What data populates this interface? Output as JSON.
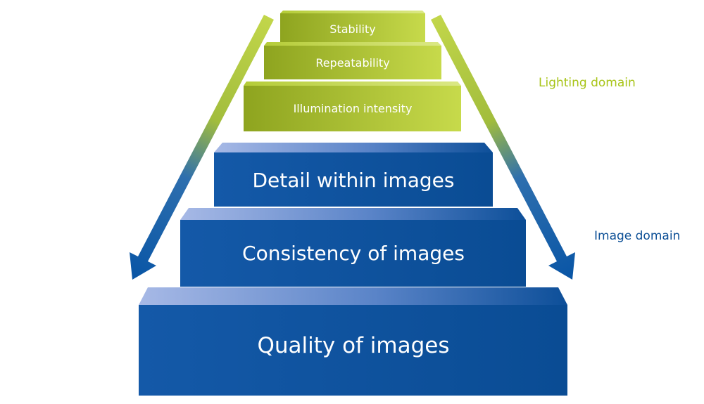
{
  "lighting_steps": [
    {
      "label": "Stability"
    },
    {
      "label": "Repeatability"
    },
    {
      "label": "Illumination intensity"
    }
  ],
  "image_steps": [
    {
      "label": "Detail within images"
    },
    {
      "label": "Consistency of images"
    },
    {
      "label": "Quality of images"
    }
  ],
  "domains": {
    "lighting": "Lighting domain",
    "image": "Image domain"
  },
  "colors": {
    "lighting_dark": "#8fa820",
    "lighting_light": "#c3d843",
    "image_dark": "#0a4c94",
    "image_light": "#9fb3e2",
    "lighting_label": "#a8c418",
    "image_label": "#0c4f96"
  }
}
